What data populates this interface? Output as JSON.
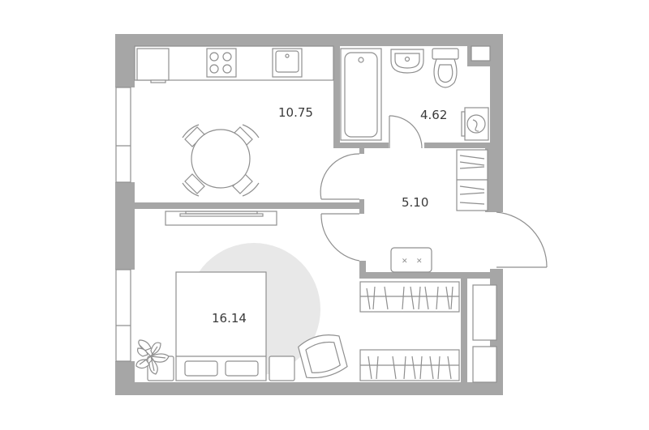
{
  "plan": {
    "rooms": [
      {
        "id": "kitchen",
        "area": "10.75"
      },
      {
        "id": "bathroom",
        "area": "4.62"
      },
      {
        "id": "hall",
        "area": "5.10"
      },
      {
        "id": "bedroom",
        "area": "16.14"
      }
    ],
    "colors": {
      "wall": "#a6a6a6",
      "line": "#8f8f8f",
      "highlight": "#e8e8e8",
      "text": "#3a3a3a"
    }
  }
}
